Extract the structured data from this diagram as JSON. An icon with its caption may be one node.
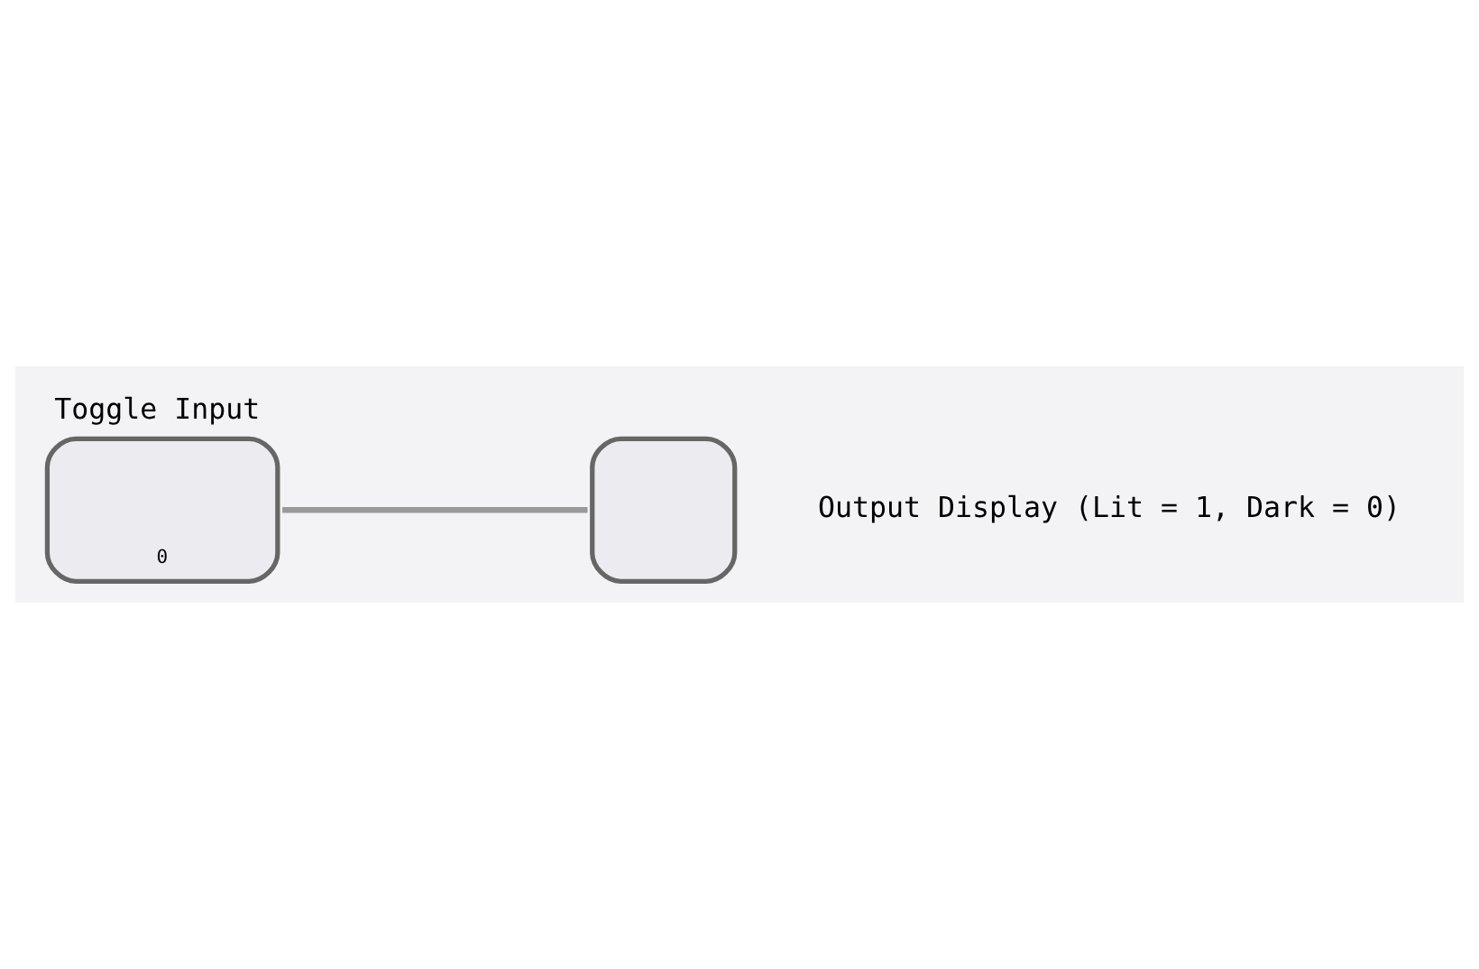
{
  "diagram": {
    "nodes": [
      {
        "text": [
          "Toggle Input",
          "0"
        ]
      },
      {
        "text": [],
        "shape": "box",
        "beside": [
          "Output Display (Lit = 1, Dark = 0)"
        ]
      }
    ],
    "edges": [
      {
        "from": 0,
        "to": 1,
        "arrow": "none"
      }
    ]
  }
}
